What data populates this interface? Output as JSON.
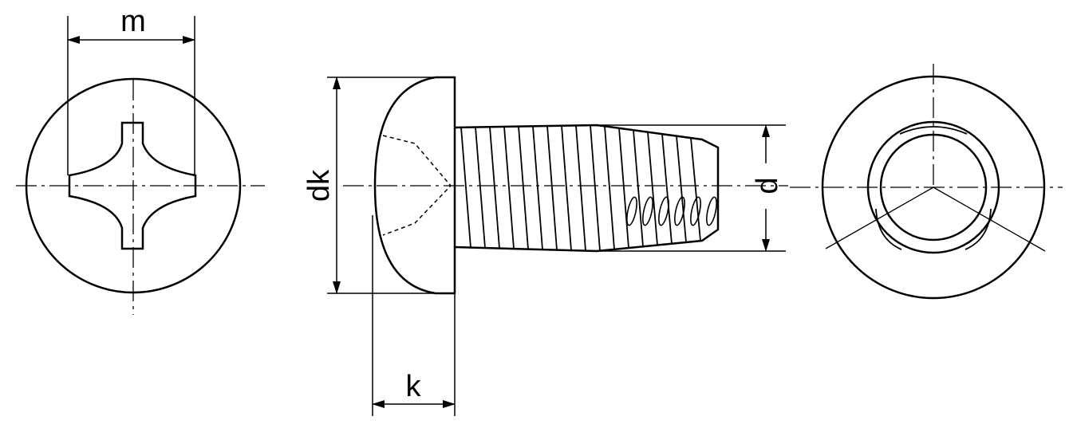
{
  "labels": {
    "m": "m",
    "dk": "dk",
    "d": "d",
    "k": "k"
  },
  "colors": {
    "line": "#000000",
    "background": "#ffffff"
  }
}
